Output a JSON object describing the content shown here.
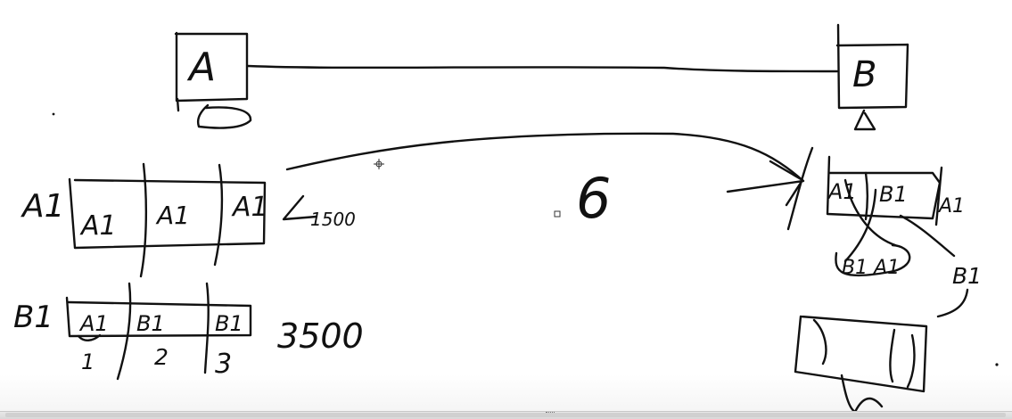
{
  "top_labels": {
    "node_a": "A",
    "node_b": "B"
  },
  "left_labels": {
    "a1": "A1",
    "b1": "B1",
    "a_count": "1500",
    "b_count": "3500"
  },
  "a1_table": {
    "cells": [
      "A1",
      "A1",
      "A1"
    ]
  },
  "b1_table": {
    "cells": [
      "A1",
      "B1",
      "B1"
    ],
    "numbers": [
      "1",
      "2",
      "3"
    ]
  },
  "middle_label": "6",
  "right_labels": {
    "box1": "A1",
    "box2": "B1",
    "right_a1": "A1",
    "bottom_combo": "B1 A1",
    "bottom_b1": "B1"
  }
}
